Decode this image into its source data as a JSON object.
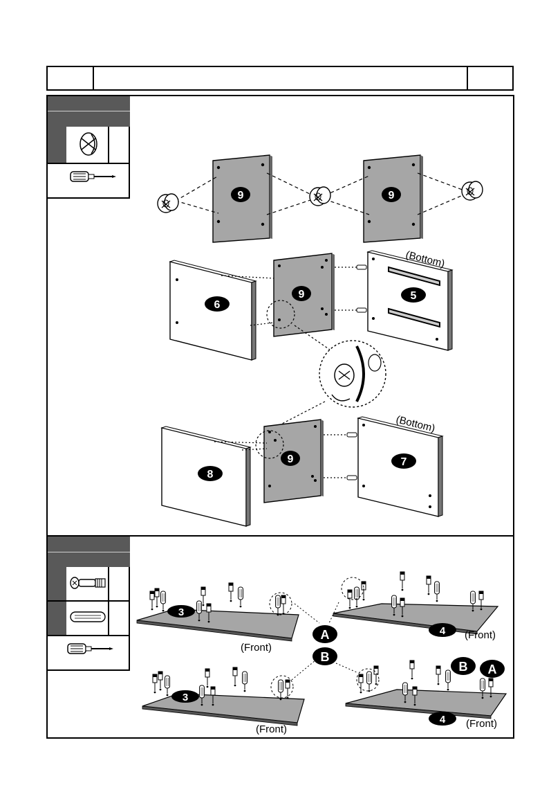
{
  "header": {
    "left_cell": "",
    "title_cell": "",
    "right_cell": ""
  },
  "step1": {
    "parts": [
      "9",
      "9",
      "6",
      "9",
      "5",
      "8",
      "9",
      "7"
    ],
    "labels": {
      "bottom_a": "(Bottom)",
      "bottom_b": "(Bottom)"
    }
  },
  "step2": {
    "parts": [
      "3",
      "4",
      "3",
      "4"
    ],
    "labels": {
      "front_a": "(Front)",
      "front_b": "(Front)",
      "front_c": "(Front)",
      "front_d": "(Front)",
      "callout_a": "A",
      "callout_b": "B",
      "legend_b": "B",
      "legend_a": "A"
    }
  },
  "colors": {
    "sidebar": "#595959",
    "panel_gray": "#a6a6a6",
    "badge": "#000000"
  }
}
